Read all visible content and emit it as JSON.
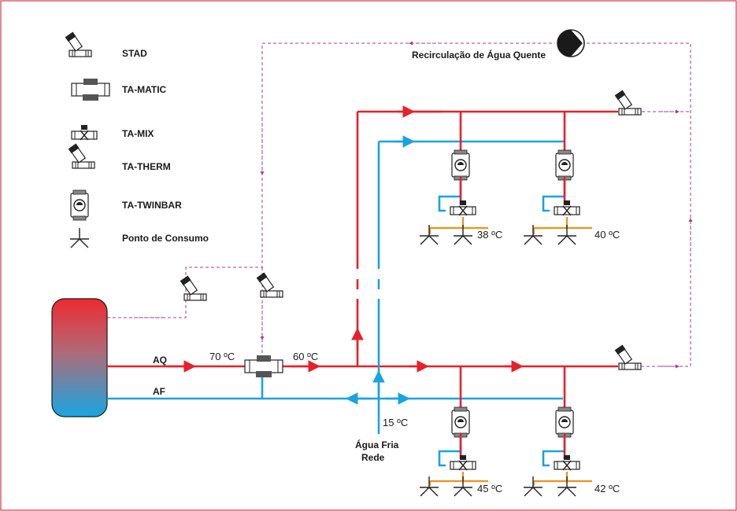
{
  "legend": {
    "stad": "STAD",
    "ta_matic": "TA-MATIC",
    "ta_mix": "TA-MIX",
    "ta_therm": "TA-THERM",
    "ta_twinbar": "TA-TWINBAR",
    "ponto_consumo": "Ponto de Consumo"
  },
  "labels": {
    "recirc": "Recirculação de Água Quente",
    "aq": "AQ",
    "af": "AF",
    "temp_70": "70 ºC",
    "temp_60": "60 ºC",
    "temp_15": "15 ºC",
    "agua_fria_1": "Água Fria",
    "agua_fria_2": "Rede",
    "temp_38": "38 ºC",
    "temp_40": "40 ºC",
    "temp_45": "45 ºC",
    "temp_42": "42 ºC"
  },
  "colors": {
    "hot": "#e8202a",
    "cold": "#1aa3e0",
    "recirculation": "#a0408a",
    "consumption": "#f0901e",
    "border": "#c8102e"
  }
}
